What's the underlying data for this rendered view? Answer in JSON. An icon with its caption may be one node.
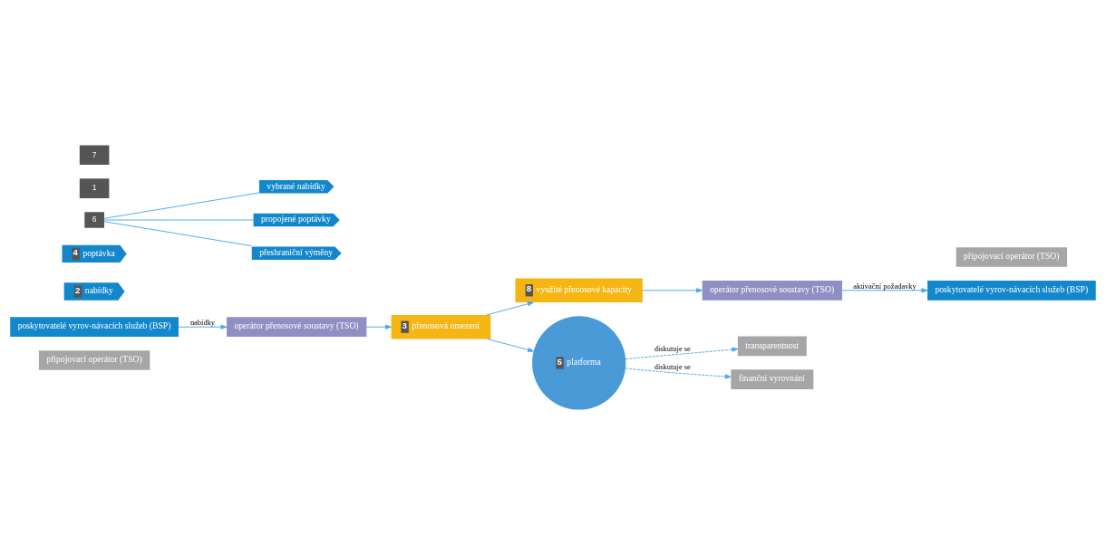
{
  "diagram": {
    "nodes": [
      {
        "text": [
          "připojovací operátor (TSO)"
        ]
      },
      {
        "text": [
          "poskytovatelé vyrov-návacích služeb (BSP)"
        ]
      },
      {
        "text": [
          "operátor přenosové soustavy (TSO)"
        ]
      },
      {
        "text": [
          "3",
          "přenosová omezení"
        ]
      },
      {
        "text": [
          "8",
          "využité přenosové kapacity"
        ]
      },
      {
        "text": [
          "připojovací operátor (TSO)"
        ]
      },
      {
        "text": [
          "2",
          "nabídky"
        ]
      },
      {
        "text": [
          "4",
          "poptávka"
        ]
      },
      {
        "text": [
          "5",
          "platforma"
        ]
      },
      {
        "text": [
          "6"
        ]
      },
      {
        "text": [
          "vybrané nabídky"
        ]
      },
      {
        "text": [
          "propojené poptávky"
        ]
      },
      {
        "text": [
          "přeshraniční výměny"
        ]
      },
      {
        "text": [
          "operátor přenosové soustavy (TSO)"
        ]
      },
      {
        "text": [
          "poskytovatelé vyrov-návacích služeb (BSP)"
        ]
      },
      {
        "text": [
          "transparentnost"
        ]
      },
      {
        "text": [
          "finanční vyrovnání"
        ]
      }
    ],
    "edges": [
      {
        "from": 1,
        "to": 2,
        "arrow": "to",
        "label": "nabídky"
      },
      {
        "from": 2,
        "to": 3,
        "arrow": "to"
      },
      {
        "from": 3,
        "to": 4,
        "arrow": "to"
      },
      {
        "from": 3,
        "to": 8,
        "arrow": "to"
      },
      {
        "from": 4,
        "to": 13,
        "arrow": "to"
      },
      {
        "from": 9,
        "to": 10,
        "arrow": "none"
      },
      {
        "from": 9,
        "to": 11,
        "arrow": "none"
      },
      {
        "from": 9,
        "to": 12,
        "arrow": "none"
      },
      {
        "from": 13,
        "to": 14,
        "arrow": "to",
        "label": "aktivační požadavky"
      },
      {
        "from": 8,
        "to": 15,
        "arrow": "to",
        "style": "dashed",
        "label": "diskutuje se"
      },
      {
        "from": 8,
        "to": 16,
        "arrow": "to",
        "style": "dashed",
        "label": "diskutuje se"
      }
    ],
    "labels": [
      "1",
      "7"
    ]
  }
}
